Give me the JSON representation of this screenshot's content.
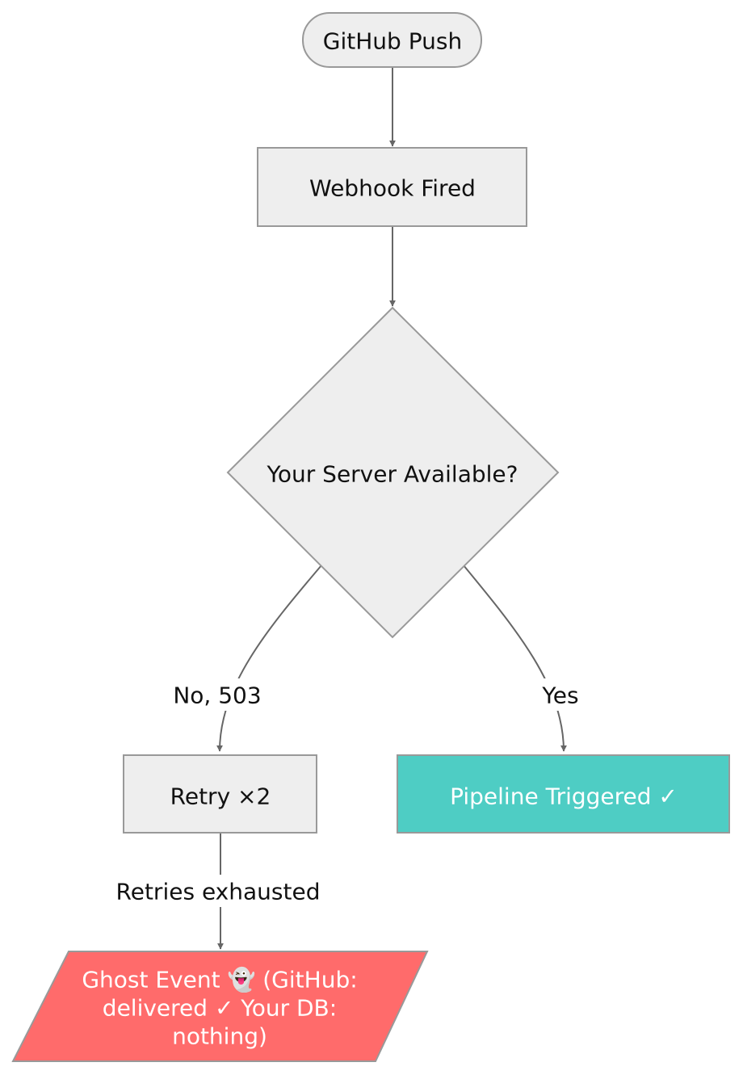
{
  "nodes": {
    "start": {
      "label": "GitHub Push"
    },
    "webhook": {
      "label": "Webhook Fired"
    },
    "decision": {
      "label": "Your Server Available?"
    },
    "retry": {
      "label": "Retry ×2"
    },
    "pipeline": {
      "label": "Pipeline Triggered ✓"
    },
    "ghost": {
      "lines": [
        "Ghost Event 👻  (GitHub:",
        "delivered ✓ Your DB:",
        "nothing)"
      ]
    }
  },
  "edges": {
    "no": {
      "label": "No, 503"
    },
    "yes": {
      "label": "Yes"
    },
    "exhausted": {
      "label": "Retries exhausted"
    }
  },
  "colors": {
    "node_fill": "#eeeeee",
    "node_stroke": "#999999",
    "edge": "#666666",
    "success_fill": "#4ecdc4",
    "failure_fill": "#ff6b6b"
  }
}
